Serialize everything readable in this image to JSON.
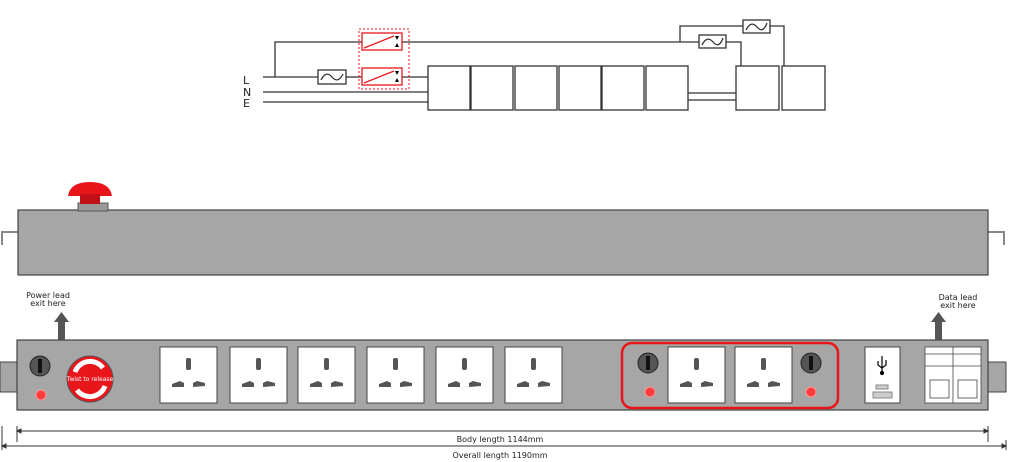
{
  "schematic": {
    "labels": [
      "L",
      "N",
      "E"
    ]
  },
  "panel": {
    "power_lead_label": [
      "Power lead",
      "exit here"
    ],
    "data_lead_label": [
      "Data lead",
      "exit here"
    ],
    "emergency_button_label": "Twist to release"
  },
  "dimensions": {
    "body_length": "Body length 1144mm",
    "overall_length": "Overall length 1190mm"
  },
  "colors": {
    "body": "#a6a6a6",
    "accent": "#e8161b",
    "led": "#ff3b3b"
  }
}
